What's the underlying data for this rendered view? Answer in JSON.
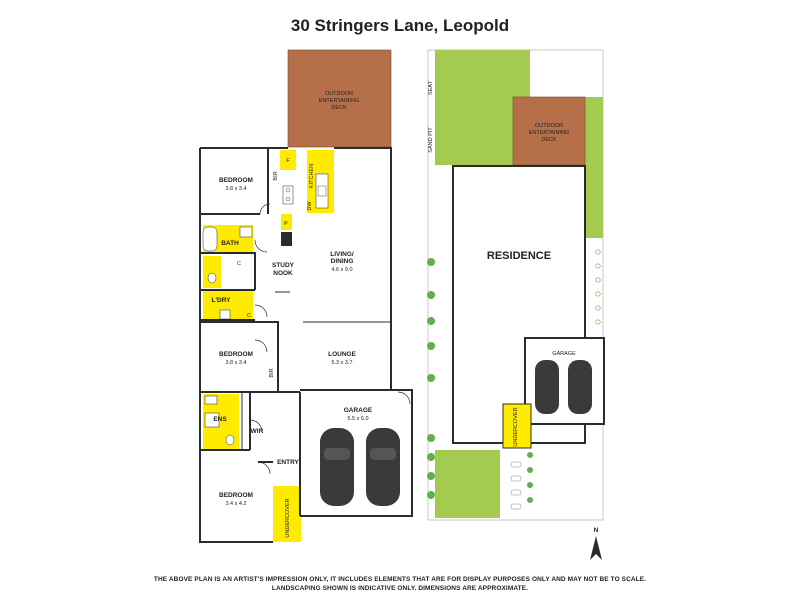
{
  "title": "30 Stringers Lane, Leopold",
  "rooms": {
    "outdoor_deck_left": {
      "line1": "OUTDOOR",
      "line2": "ENTERTAINING",
      "line3": "DECK"
    },
    "bedroom1": {
      "name": "BEDROOM",
      "size": "3.8 x 3.4"
    },
    "bir1": "BIR",
    "pantry": "P",
    "kitchen": "KITCHEN",
    "dw": "DW",
    "fridge": "F",
    "bath": "BATH",
    "linen": "C",
    "study": {
      "line1": "STUDY",
      "line2": "NOOK"
    },
    "living": {
      "line1": "LIVING/",
      "line2": "DINING",
      "size": "4.6 x 9.0"
    },
    "laundry": "L'DRY",
    "laundry_c": "C",
    "bedroom2": {
      "name": "BEDROOM",
      "size": "3.8 x 3.4"
    },
    "bir2": "BIR",
    "lounge": {
      "name": "LOUNGE",
      "size": "5.3 x 3.7"
    },
    "ens": "ENS",
    "wir": "WIR",
    "garage": {
      "name": "GARAGE",
      "size": "5.5 x 6.0"
    },
    "entry": "ENTRY",
    "bedroom3": {
      "name": "BEDROOM",
      "size": "3.4 x 4.2"
    },
    "undercover_left": "UNDERCOVER"
  },
  "site": {
    "seat": "SEAT",
    "sand_pit": "SAND PIT",
    "deck": {
      "line1": "OUTDOOR",
      "line2": "ENTERTAINING",
      "line3": "DECK"
    },
    "residence": "RESIDENCE",
    "garage": "GARAGE",
    "undercover": "UNDERCOVER",
    "north": "N"
  },
  "disclaimer": {
    "line1": "THE ABOVE PLAN IS AN ARTIST'S IMPRESSION ONLY, IT INCLUDES ELEMENTS THAT ARE FOR DISPLAY PURPOSES ONLY AND MAY NOT BE TO SCALE.",
    "line2": "LANDSCAPING SHOWN IS INDICATIVE ONLY. DIMENSIONS ARE APPROXIMATE."
  },
  "colors": {
    "deck": "#B5704A",
    "wet_area": "#FFEB00",
    "grass": "#A3CB4F",
    "wall": "#2b2b2b",
    "car": "#3a3a3a",
    "tree": "#5cb24a"
  }
}
